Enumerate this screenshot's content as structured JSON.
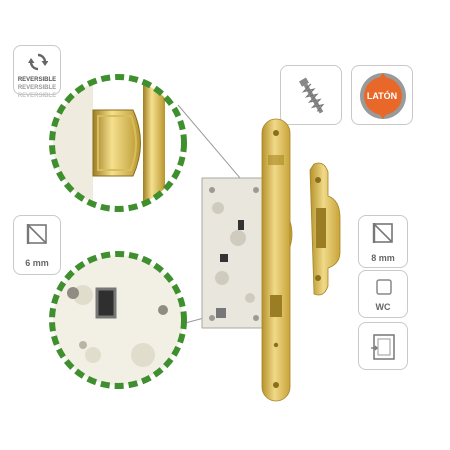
{
  "badges": {
    "reversible": [
      "REVERSIBLE",
      "REVERSIBLE",
      "REVERSIBLE"
    ],
    "thickness_left": "6 mm",
    "thickness_right": "8 mm",
    "wc": "WC",
    "material": "LATÓN"
  },
  "icons": {
    "reversible": "rotate-arrows-icon",
    "screw": "screw-icon",
    "material": "brass-badge-icon",
    "thickness": "thickness-gauge-icon",
    "wc": "wc-square-icon",
    "door": "door-icon"
  },
  "colors": {
    "dash_green": "#3f8f2e",
    "brass": "#d8b84a",
    "brass_dark": "#a88722",
    "brass_light": "#f3df8e",
    "badge_orange": "#e8682a",
    "badge_grey": "#9a9a9a",
    "box_border": "#c9c9c9"
  }
}
